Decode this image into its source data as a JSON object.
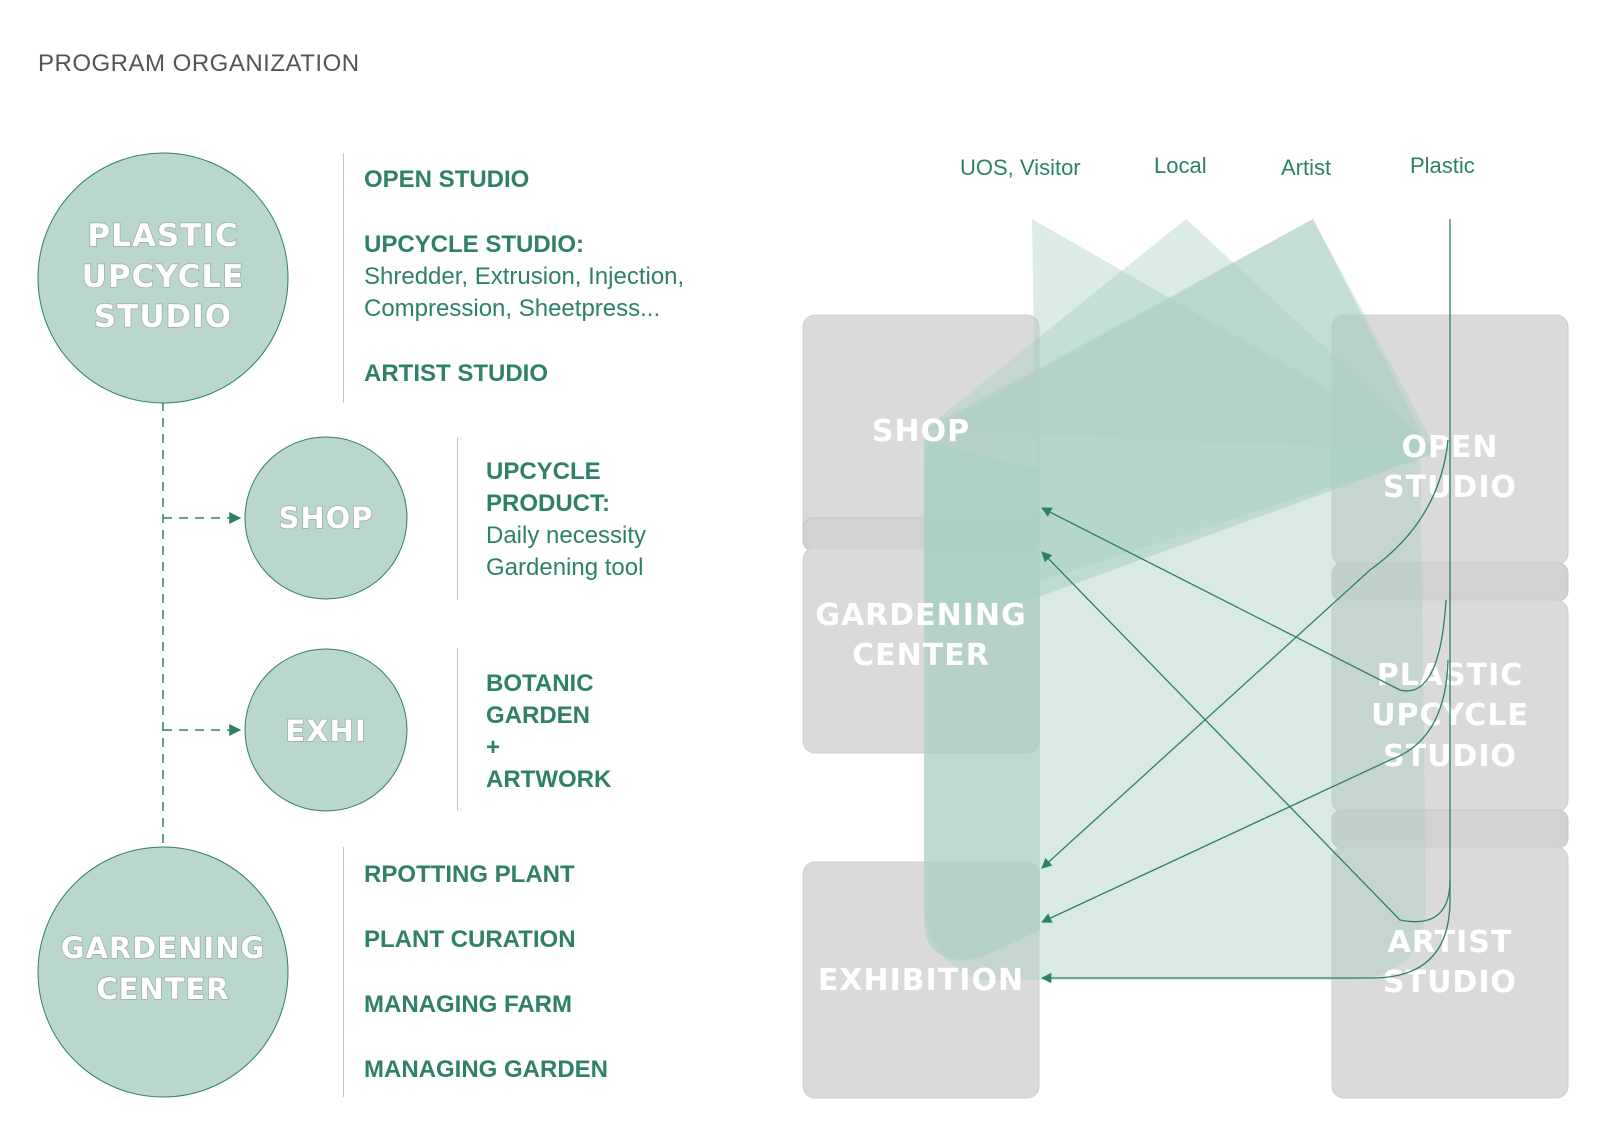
{
  "title": "PROGRAM ORGANIZATION",
  "nodes": {
    "plastic": [
      "PLASTIC",
      "UPCYCLE",
      "STUDIO"
    ],
    "shop": [
      "SHOP"
    ],
    "exhi": [
      "EXHI"
    ],
    "gardening": [
      "GARDENING",
      "CENTER"
    ]
  },
  "descriptions": {
    "plastic": {
      "open_studio": "OPEN STUDIO",
      "upcycle_studio": "UPCYCLE STUDIO:",
      "upcycle_line1": "Shredder, Extrusion, Injection,",
      "upcycle_line2": "Compression, Sheetpress...",
      "artist_studio": "ARTIST STUDIO"
    },
    "shop": {
      "line1": "UPCYCLE",
      "line2": "PRODUCT:",
      "line3": "Daily necessity",
      "line4": "Gardening tool"
    },
    "exhi": {
      "line1": "BOTANIC",
      "line2": "GARDEN",
      "line3": "+",
      "line4": "ARTWORK"
    },
    "gardening": {
      "line1": "RPOTTING PLANT",
      "line2": "PLANT CURATION",
      "line3": "MANAGING FARM",
      "line4": "MANAGING GARDEN"
    }
  },
  "actors": [
    "UOS, Visitor",
    "Local",
    "Artist",
    "Plastic"
  ],
  "blocks": {
    "shop": [
      "SHOP"
    ],
    "gardening": [
      "GARDENING",
      "CENTER"
    ],
    "exhibition": [
      "EXHIBITION"
    ],
    "open": [
      "OPEN",
      "STUDIO"
    ],
    "plastic": [
      "PLASTIC",
      "UPCYCLE",
      "STUDIO"
    ],
    "artist": [
      "ARTIST",
      "STUDIO"
    ]
  },
  "colors": {
    "green": "#2e8068",
    "circle_fill": "#bad7cd",
    "block_gray": "#dadada",
    "flow": "#aacfc2"
  }
}
